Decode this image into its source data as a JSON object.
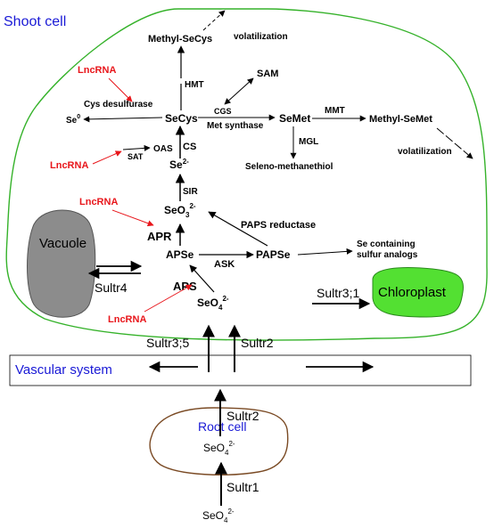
{
  "shoot_cell": {
    "title": "Shoot cell"
  },
  "vacuole": {
    "label": "Vacuole"
  },
  "chloroplast": {
    "label": "Chloroplast"
  },
  "vascular": {
    "label": "Vascular system"
  },
  "root_cell": {
    "title": "Root cell",
    "seo4_base": "SeO",
    "seo4_sub": "4",
    "seo4_sup": "2-"
  },
  "soil": {
    "seo4_base": "SeO",
    "seo4_sub": "4",
    "seo4_sup": "2-"
  },
  "transporters": {
    "sultr1": "Sultr1",
    "sultr2_root": "Sultr2",
    "sultr2_shoot": "Sultr2",
    "sultr3_5": "Sultr3;5",
    "sultr3_1": "Sultr3;1",
    "sultr4": "Sultr4"
  },
  "lncrna": {
    "label": "LncRNA"
  },
  "metabolites": {
    "seo4_base": "SeO",
    "seo4_sub": "4",
    "seo4_sup": "2-",
    "apse": "APSe",
    "papse": "PAPSe",
    "seo3_base": "SeO",
    "seo3_sub": "3",
    "seo3_sup": "2-",
    "se2_base": "Se",
    "se2_sup": "2-",
    "secys": "SeCys",
    "se0_base": "Se",
    "se0_sup": "0",
    "semet": "SeMet",
    "methyl_secys": "Methyl-SeCys",
    "methyl_semet": "Methyl-SeMet",
    "sam": "SAM",
    "seleno_methanethiol": "Seleno-methanethiol",
    "se_analogs_line1": "Se containing",
    "se_analogs_line2": "sulfur analogs"
  },
  "enzymes": {
    "aps": "APS",
    "apr": "APR",
    "ask": "ASK",
    "paps_reductase": "PAPS reductase",
    "sir": "SIR",
    "cs": "CS",
    "oas": "OAS",
    "sat": "SAT",
    "cys_desulfurase": "Cys desulfurase",
    "hmt": "HMT",
    "cgs": "CGS",
    "met_synthase": "Met synthase",
    "mmt": "MMT",
    "mgl": "MGL",
    "volatilization": "volatilization"
  },
  "colors": {
    "cell_outline": "#35b22a",
    "chloroplast_fill": "#53e032",
    "vacuole_fill": "#8c8c8c",
    "root_outline": "#7a4a24",
    "lncrna": "#e8161b",
    "title_blue": "#1a1ad6"
  }
}
